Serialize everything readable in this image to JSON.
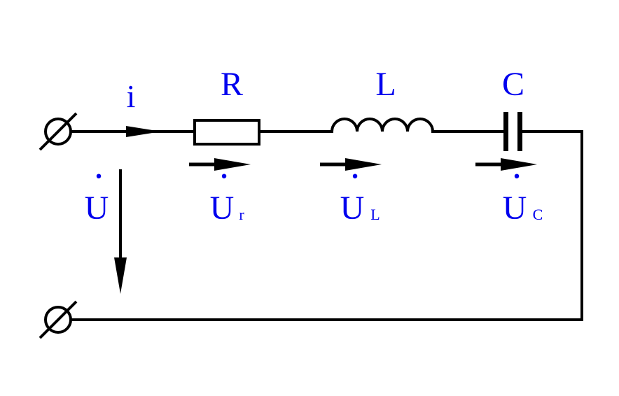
{
  "colors": {
    "wire": "#000000",
    "label": "#0000ee",
    "background": "#ffffff"
  },
  "labels": {
    "current": "i",
    "resistor": "R",
    "inductor": "L",
    "capacitor": "C",
    "source_voltage": "U",
    "resistor_voltage": "U",
    "resistor_voltage_sub": "r",
    "inductor_voltage": "U",
    "inductor_voltage_sub": "L",
    "capacitor_voltage": "U",
    "capacitor_voltage_sub": "C",
    "phasor_dot": "·"
  }
}
